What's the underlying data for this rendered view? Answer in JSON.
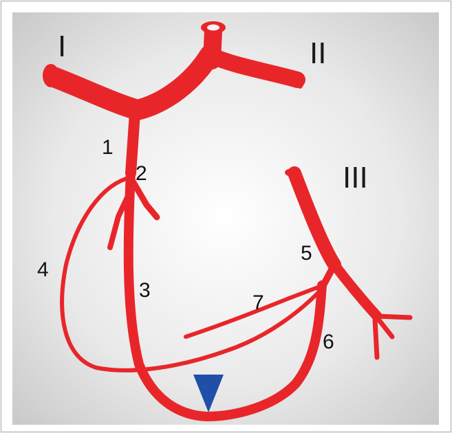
{
  "colors": {
    "vessel": "#e8262a",
    "vessel_dark": "#c81a1e",
    "marker": "#1f4fa8",
    "frame": "#bdbdbd"
  },
  "labels": {
    "roman_1": "I",
    "roman_2": "II",
    "roman_3": "III",
    "n1": "1",
    "n2": "2",
    "n3": "3",
    "n4": "4",
    "n5": "5",
    "n6": "6",
    "n7": "7"
  },
  "icons": {
    "marker": "blue-triangle-marker"
  }
}
